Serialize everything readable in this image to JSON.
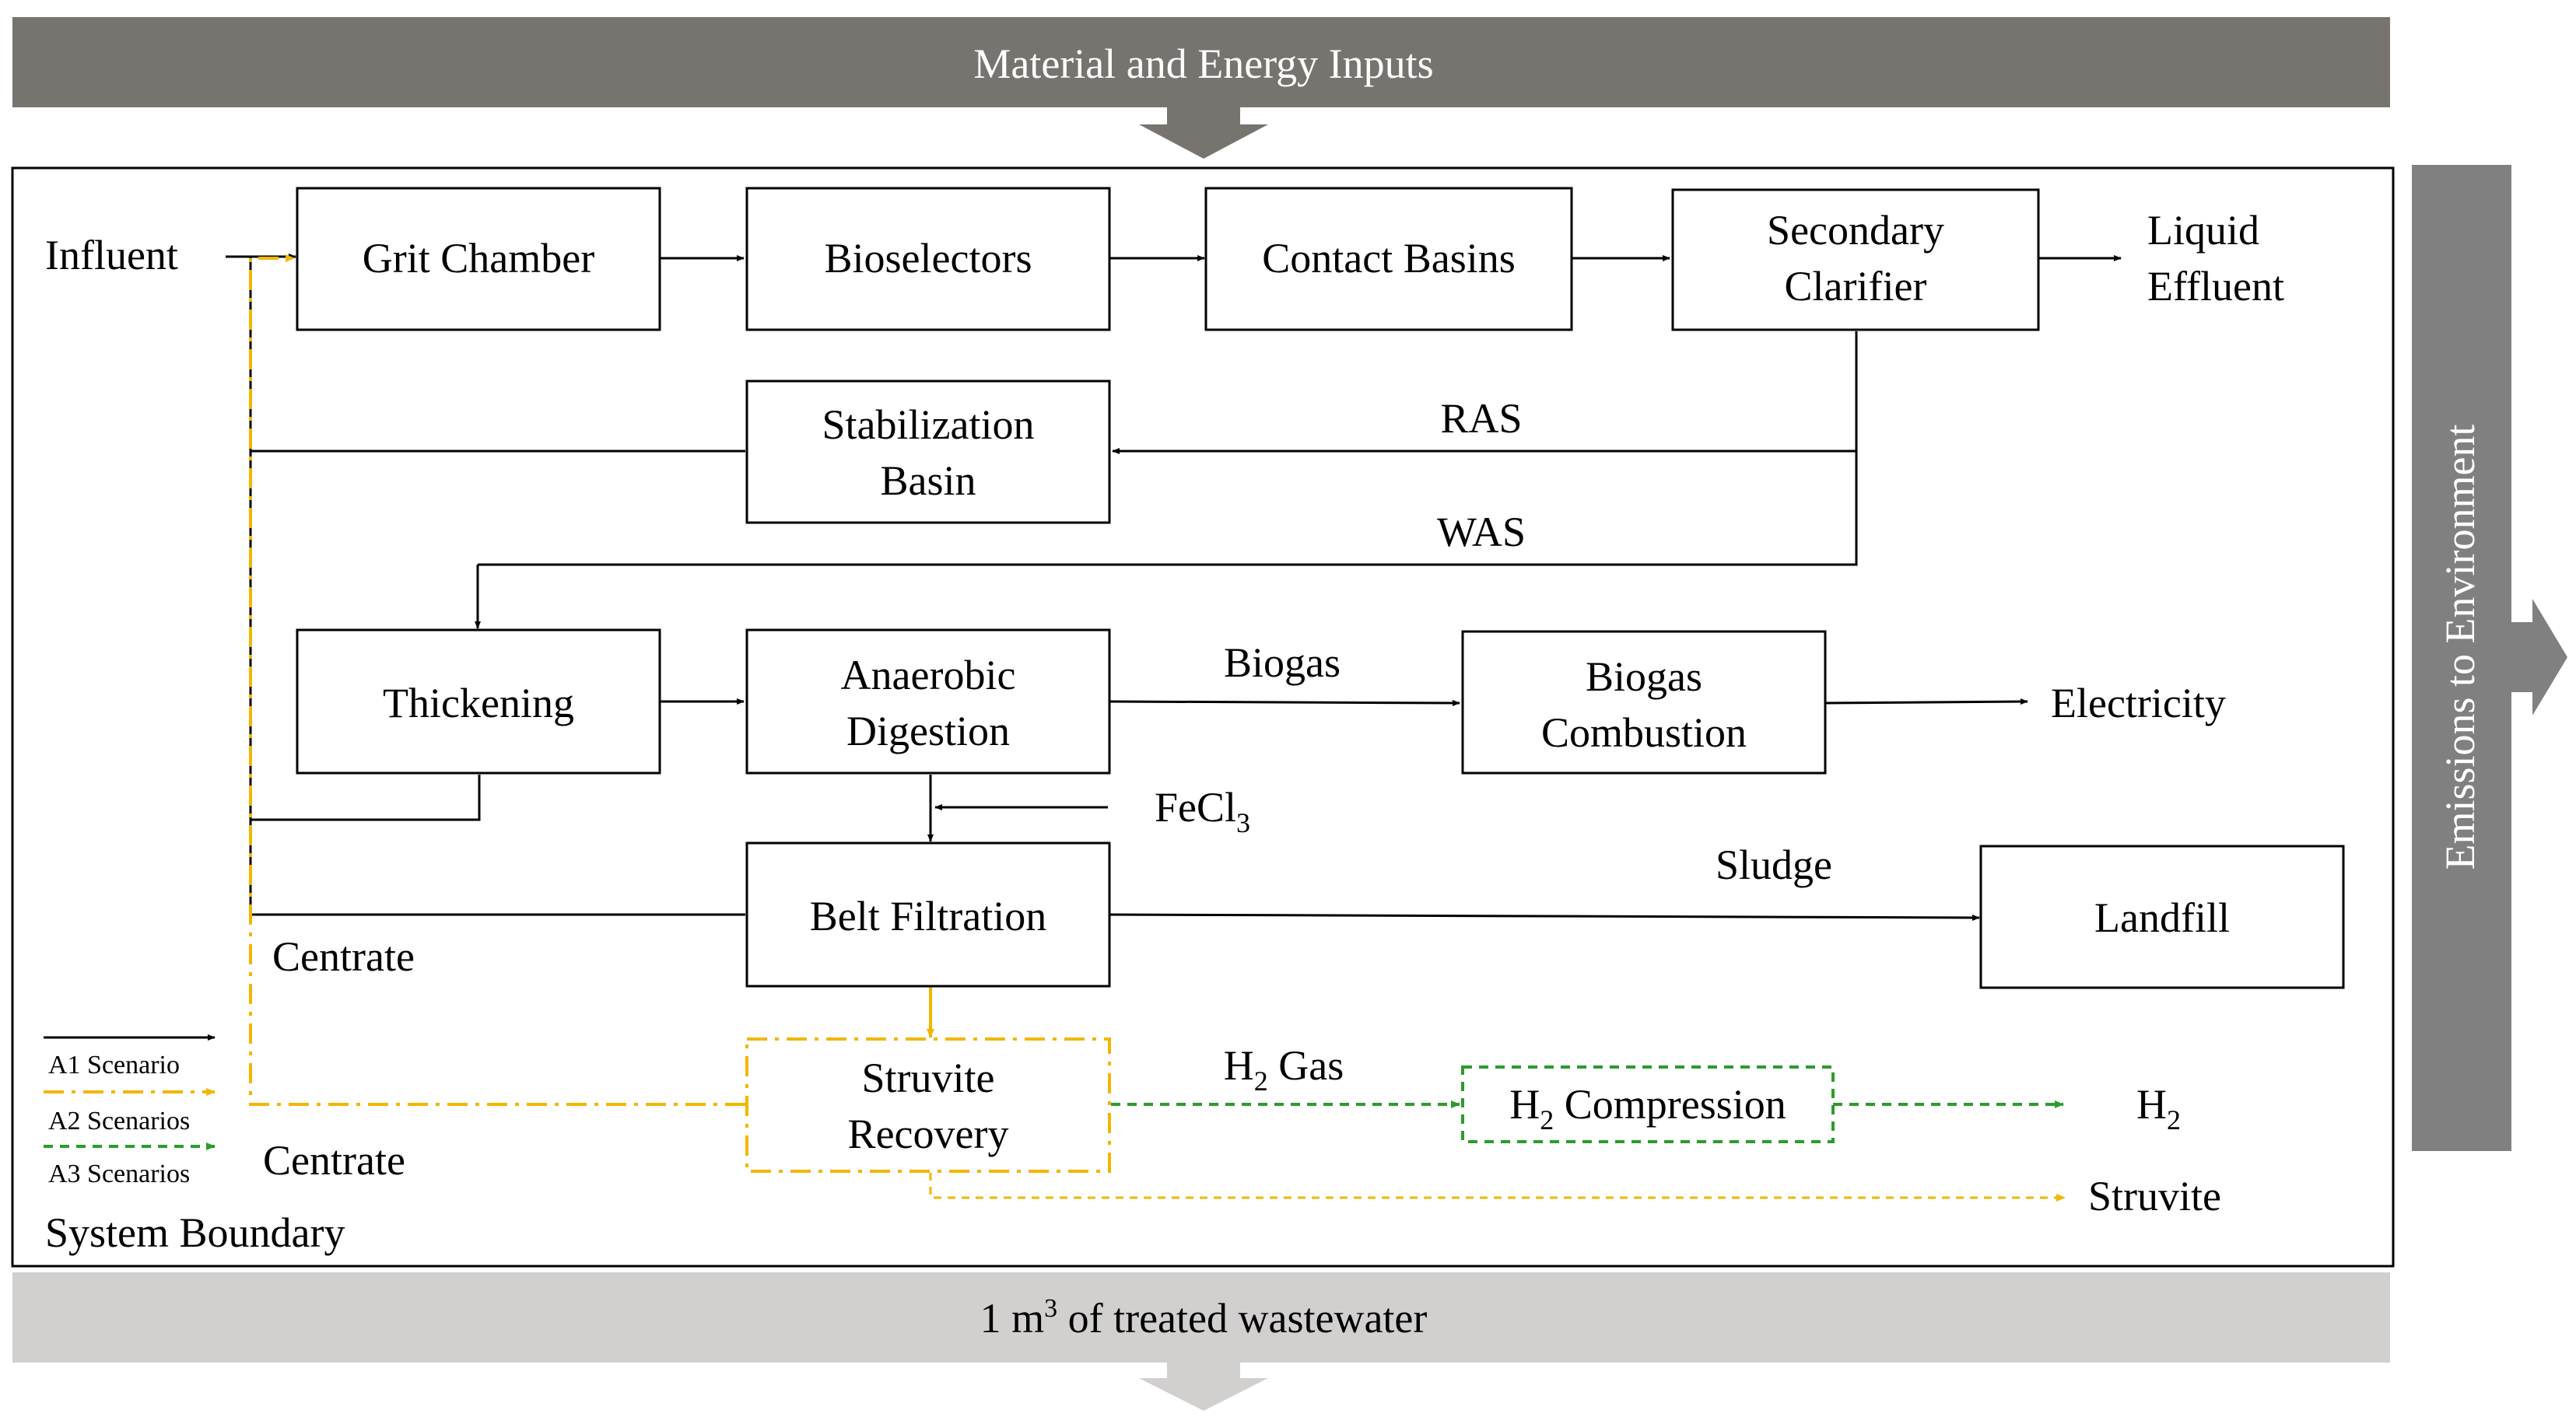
{
  "banners": {
    "inputs": "Material and Energy Inputs",
    "emissions": "Emissions to Environment",
    "functional_unit_prefix": "1 m",
    "functional_unit_sup": "3",
    "functional_unit_suffix": " of treated wastewater"
  },
  "boundary_label": "System Boundary",
  "nodes": {
    "grit_chamber": "Grit Chamber",
    "bioselectors": "Bioselectors",
    "contact_basins": "Contact Basins",
    "secondary_clarifier_1": "Secondary",
    "secondary_clarifier_2": "Clarifier",
    "stabilization_basin_1": "Stabilization",
    "stabilization_basin_2": "Basin",
    "thickening": "Thickening",
    "anaerobic_digestion_1": "Anaerobic",
    "anaerobic_digestion_2": "Digestion",
    "biogas_combustion_1": "Biogas",
    "biogas_combustion_2": "Combustion",
    "belt_filtration": "Belt Filtration",
    "landfill": "Landfill",
    "struvite_recovery_1": "Struvite",
    "struvite_recovery_2": "Recovery",
    "h2_compression_h": "H",
    "h2_compression_sub": "2",
    "h2_compression_rest": " Compression"
  },
  "flows": {
    "influent": "Influent",
    "liquid_effluent_1": "Liquid",
    "liquid_effluent_2": "Effluent",
    "ras": "RAS",
    "was": "WAS",
    "biogas": "Biogas",
    "electricity": "Electricity",
    "fecl3_main": "FeCl",
    "fecl3_sub": "3",
    "sludge": "Sludge",
    "centrate_1": "Centrate",
    "centrate_2": "Centrate",
    "h2_gas_h": "H",
    "h2_gas_sub": "2",
    "h2_gas_rest": " Gas",
    "h2_out_h": "H",
    "h2_out_sub": "2",
    "struvite_out": "Struvite"
  },
  "legend": {
    "a1": "A1 Scenario",
    "a2": "A2 Scenarios",
    "a3": "A3 Scenarios"
  },
  "colors": {
    "inputs_banner": "#77736f",
    "emissions_banner": "#808080",
    "functional_unit_banner": "#d2cfcf",
    "a1_line": "#000000",
    "a2_line": "#f2b600",
    "a3_line": "#2e9a2e"
  }
}
